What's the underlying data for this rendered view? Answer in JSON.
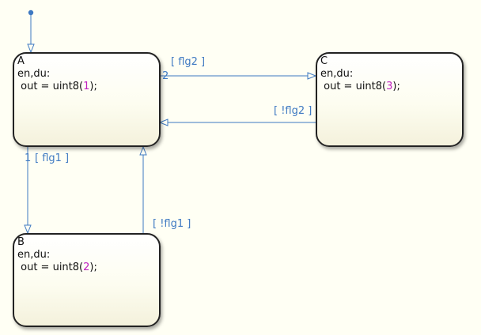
{
  "colors": {
    "transition": "#3e79c2",
    "number_literal": "#c020c0",
    "background": "#fffff4"
  },
  "states": {
    "A": {
      "name": "A",
      "action": "en,du:",
      "out_pre": " out = uint8(",
      "out_num": "1",
      "out_post": ");"
    },
    "B": {
      "name": "B",
      "action": "en,du:",
      "out_pre": " out = uint8(",
      "out_num": "2",
      "out_post": ");"
    },
    "C": {
      "name": "C",
      "action": "en,du:",
      "out_pre": " out = uint8(",
      "out_num": "3",
      "out_post": ");"
    }
  },
  "transitions": {
    "a_to_c": {
      "order": "2",
      "condition": "[ flg2 ]"
    },
    "c_to_a": {
      "condition": "[ !flg2 ]"
    },
    "a_to_b": {
      "order": "1",
      "condition": "[ flg1 ]"
    },
    "b_to_a": {
      "condition": "[ !flg1 ]"
    }
  }
}
